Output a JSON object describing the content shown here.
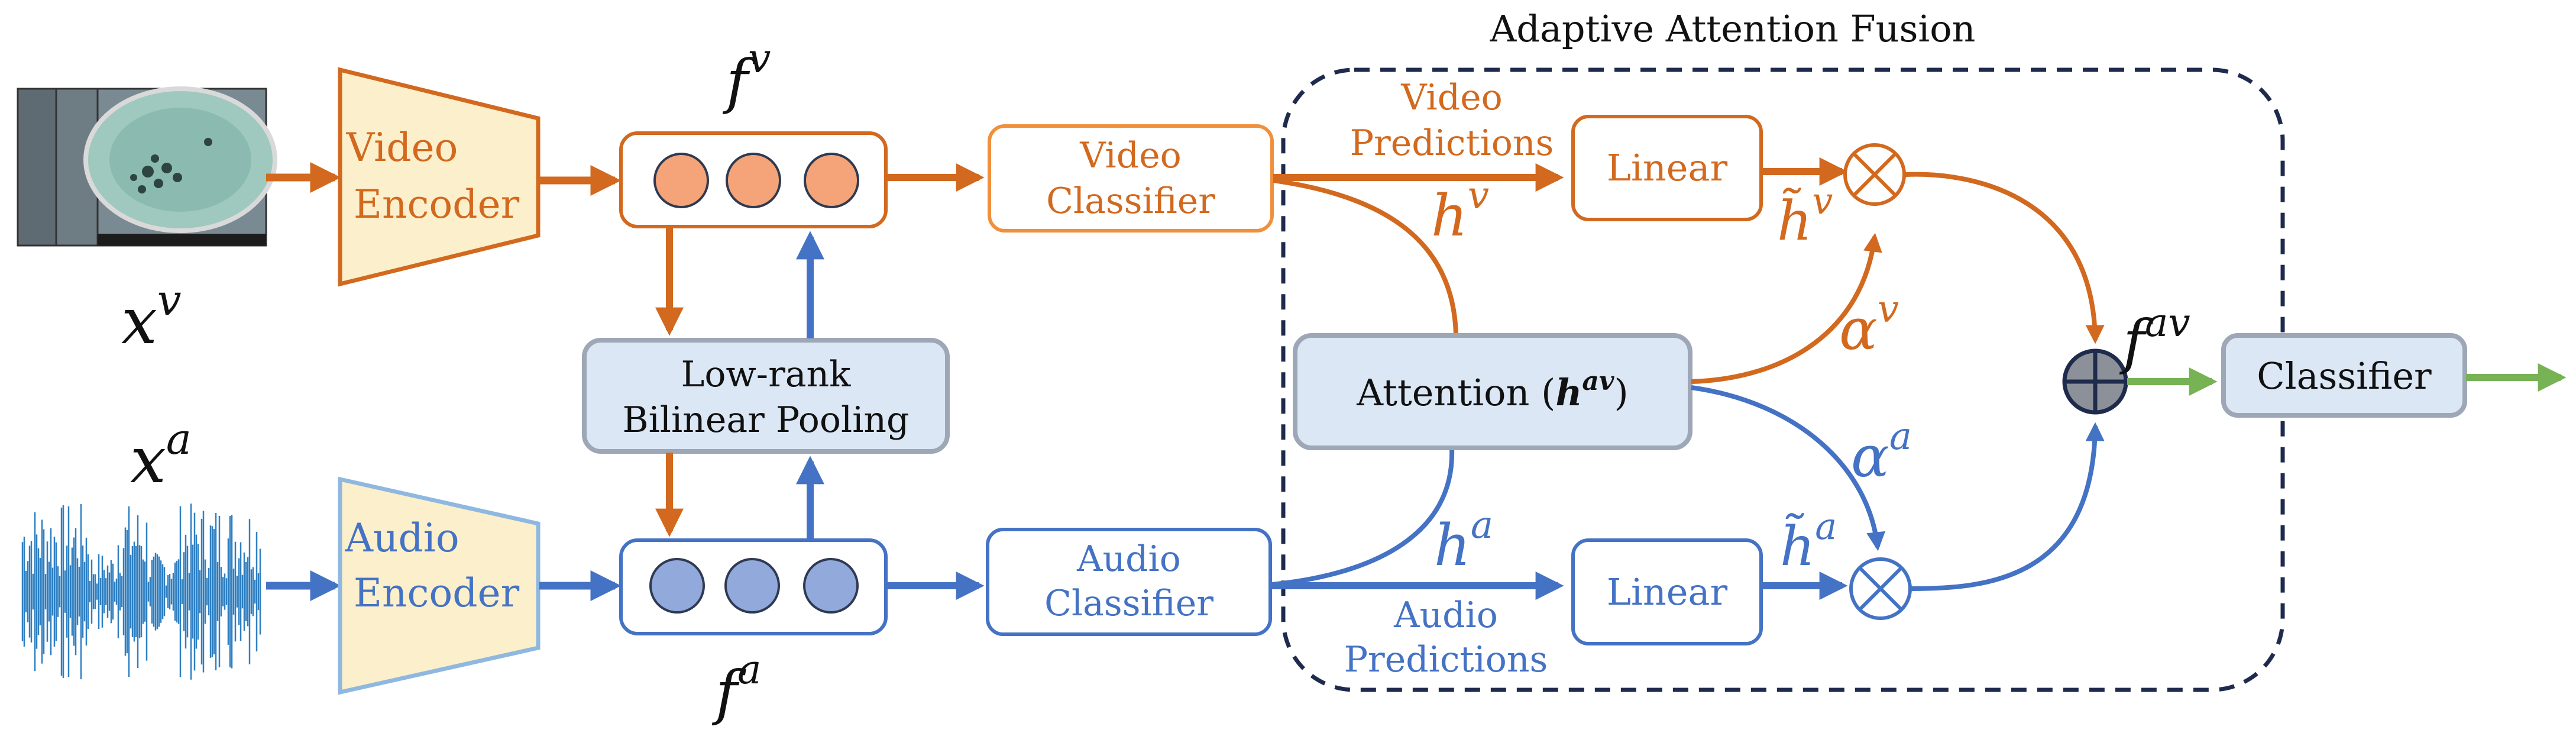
{
  "title": "Adaptive Attention Fusion",
  "colors": {
    "video": "#D2691E",
    "video_fill": "#F4A478",
    "video_light_border": "#F0903C",
    "audio": "#4472C4",
    "audio_fill": "#92A9DC",
    "encoder_fill": "#FCEFCB",
    "encoder_border_video": "#D2691E",
    "encoder_border_audio": "#8FB8E0",
    "box_gray_fill": "#DCE7F5",
    "box_gray_border": "#9DA7B6",
    "dashed_border": "#1F2B4D",
    "output_arrow": "#77B255",
    "sum_fill": "#8C9199"
  },
  "inputs": {
    "video_label": "x",
    "video_sup": "v",
    "audio_label": "x",
    "audio_sup": "a"
  },
  "encoders": {
    "video_line1": "Video",
    "video_line2": "Encoder",
    "audio_line1": "Audio",
    "audio_line2": "Encoder"
  },
  "features": {
    "video_label": "f",
    "video_sup": "v",
    "audio_label": "f",
    "audio_sup": "a"
  },
  "pooling": {
    "line1": "Low-rank",
    "line2": "Bilinear Pooling"
  },
  "classifiers": {
    "video_line1": "Video",
    "video_line2": "Classifier",
    "audio_line1": "Audio",
    "audio_line2": "Classifier",
    "final": "Classifier"
  },
  "predictions": {
    "video_line1": "Video",
    "video_line2": "Predictions",
    "audio_line1": "Audio",
    "audio_line2": "Predictions"
  },
  "hidden": {
    "video_h": "h",
    "video_h_sup": "v",
    "audio_h": "h",
    "audio_h_sup": "a",
    "video_tilde": "h̃",
    "video_tilde_sup": "v",
    "audio_tilde": "h̃",
    "audio_tilde_sup": "a"
  },
  "attention": {
    "label": "Attention (",
    "symbol": "h",
    "symbol_sup": "av",
    "close": ")",
    "alpha_video": "α",
    "alpha_video_sup": "v",
    "alpha_audio": "α",
    "alpha_audio_sup": "a"
  },
  "linear": {
    "video": "Linear",
    "audio": "Linear"
  },
  "fusion": {
    "label": "f",
    "sup": "av"
  }
}
